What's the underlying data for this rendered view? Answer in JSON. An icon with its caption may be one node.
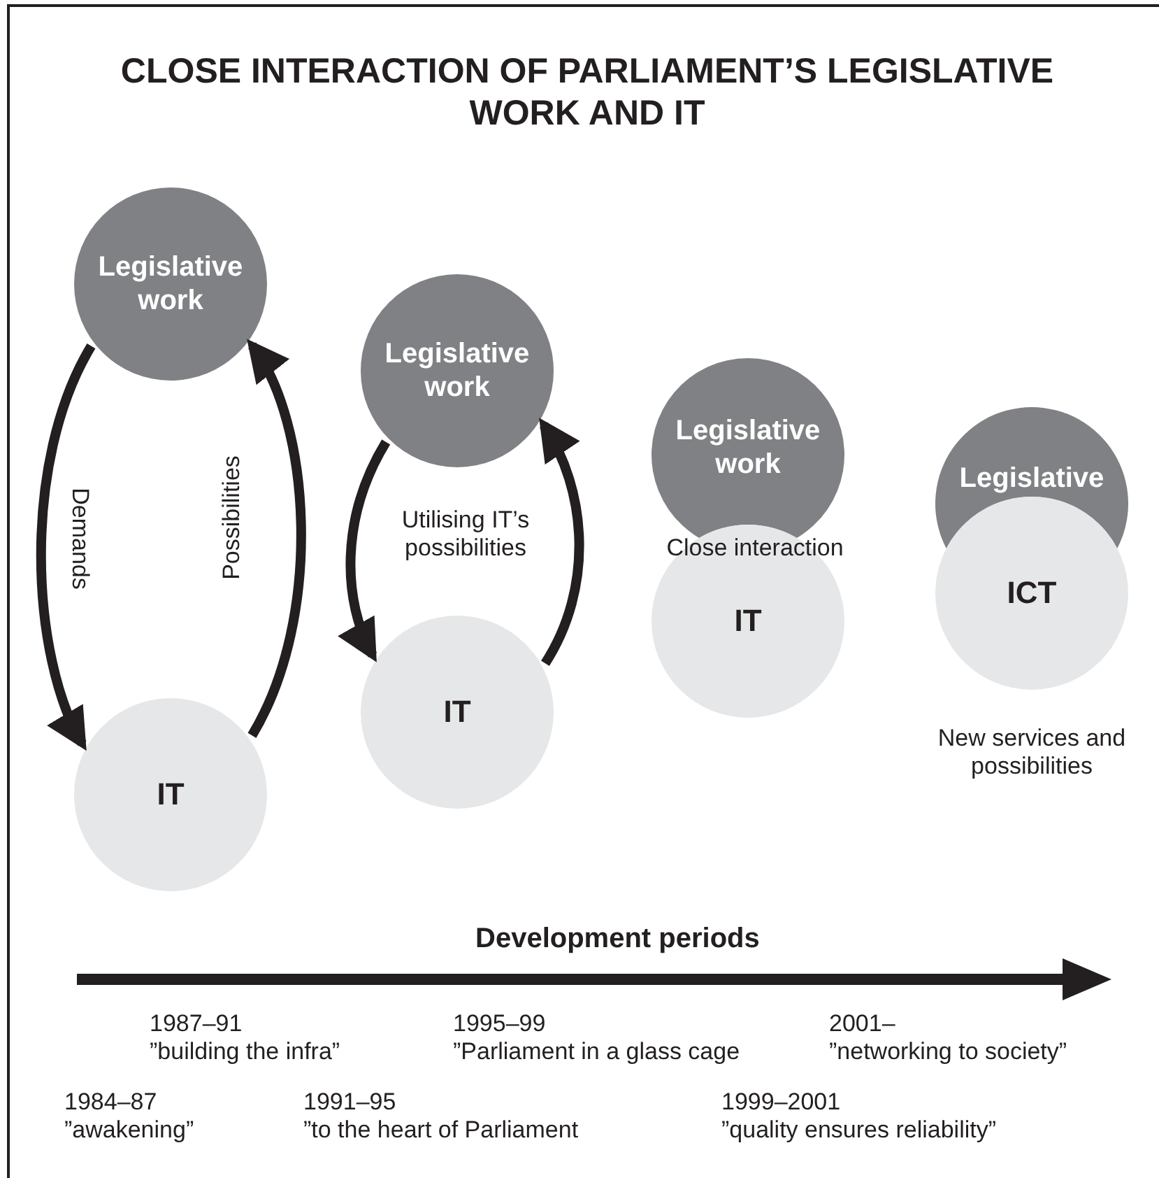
{
  "diagram": {
    "title": "CLOSE INTERACTION OF PARLIAMENT’S LEGISLATIVE WORK AND IT",
    "nodes": [
      {
        "text": [
          "Legislative work"
        ]
      },
      {
        "text": [
          "IT"
        ]
      },
      {
        "text": [
          "Legislative work"
        ]
      },
      {
        "text": [
          "IT"
        ]
      },
      {
        "text": [
          "Legislative work"
        ]
      },
      {
        "text": [
          "IT"
        ]
      },
      {
        "text": [
          "Legislative"
        ]
      },
      {
        "text": [
          "ICT"
        ],
        "beside": [
          "New services and possibilities"
        ]
      }
    ],
    "edges": [
      {
        "from": 0,
        "to": 1,
        "arrow": "to",
        "label": "Demands"
      },
      {
        "from": 1,
        "to": 0,
        "arrow": "to",
        "label": "Possibilities"
      },
      {
        "from": 2,
        "to": 3,
        "arrow": "to"
      },
      {
        "from": 3,
        "to": 2,
        "arrow": "to"
      }
    ],
    "labels": [
      "Utilising IT’s possibilities",
      "Close interaction",
      "Development periods",
      "1987–91",
      "”building the infra”",
      "1995–99",
      "”Parliament in a glass cage",
      "2001–",
      "”networking to society”",
      "1984–87",
      "”awakening”",
      "1991–95",
      "”to the heart of Parliament",
      "1999–2001",
      "”quality ensures reliability”"
    ]
  }
}
